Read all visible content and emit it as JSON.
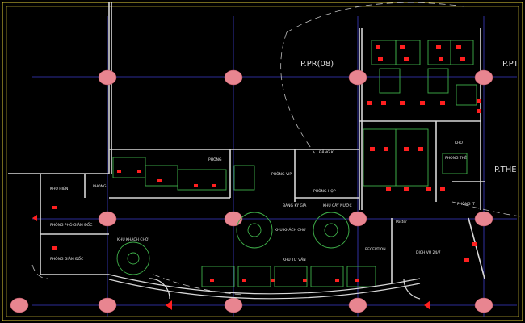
{
  "colors": {
    "background": "#000000",
    "frame": "#e6d23c",
    "wall": "#d8d8d8",
    "grid_line": "#3c3cc8",
    "grid_tick": "#ff3333",
    "column": "#e88590",
    "furniture": "#3fb04a",
    "chair_red": "#ff2020",
    "dashed": "#bdbdbd",
    "text": "#e8e8e8"
  },
  "labels": {
    "ppr": "P.PR(08)",
    "ppt": "P.PT",
    "pthe": "P.THE",
    "kho_hien": "KHO HIÊN",
    "phong_nho": "PHÒNG",
    "phong_vip": "PHÒNG VIP",
    "phong": "PHÒNG",
    "dang_ky": "ĐĂNG KÍ",
    "phong_hop": "PHÒNG HỌP",
    "khu_cay_nuoc": "KHU CÂY NƯỚC",
    "bang_ky_gia": "BẢNG KÝ GIÁ",
    "phong_pho_giam_doc": "PHÒNG PHÓ GIÁM ĐỐC",
    "khu_khach_cho_1": "KHU KHÁCH CHỜ",
    "khu_khach_cho_2": "KHU KHÁCH CHỜ",
    "phong_giam_doc": "PHÒNG GIÁM ĐỐC",
    "khu_tu_van": "KHU TƯ VẤN",
    "reception": "RECEPTION",
    "dich_vu": "DỊCH VỤ 24/7",
    "phong_it": "PHÒNG IT",
    "phong_the": "PHÒNG THẺ",
    "kho": "KHO",
    "poster": "Poster"
  }
}
